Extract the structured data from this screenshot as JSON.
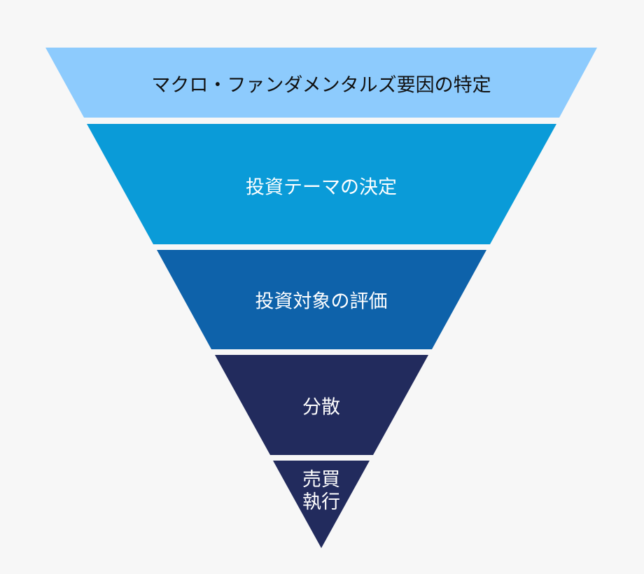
{
  "diagram": {
    "type": "inverted-funnel",
    "stages": [
      {
        "label": "マクロ・ファンダメンタルズ要因の特定",
        "color": "#8dcbfd"
      },
      {
        "label": "投資テーマの決定",
        "color": "#0a9bd8"
      },
      {
        "label": "投資対象の評価",
        "color": "#0e62aa"
      },
      {
        "label": "分散",
        "color": "#222b5d"
      },
      {
        "label": "売買執行",
        "color": "#222b5d"
      }
    ]
  }
}
